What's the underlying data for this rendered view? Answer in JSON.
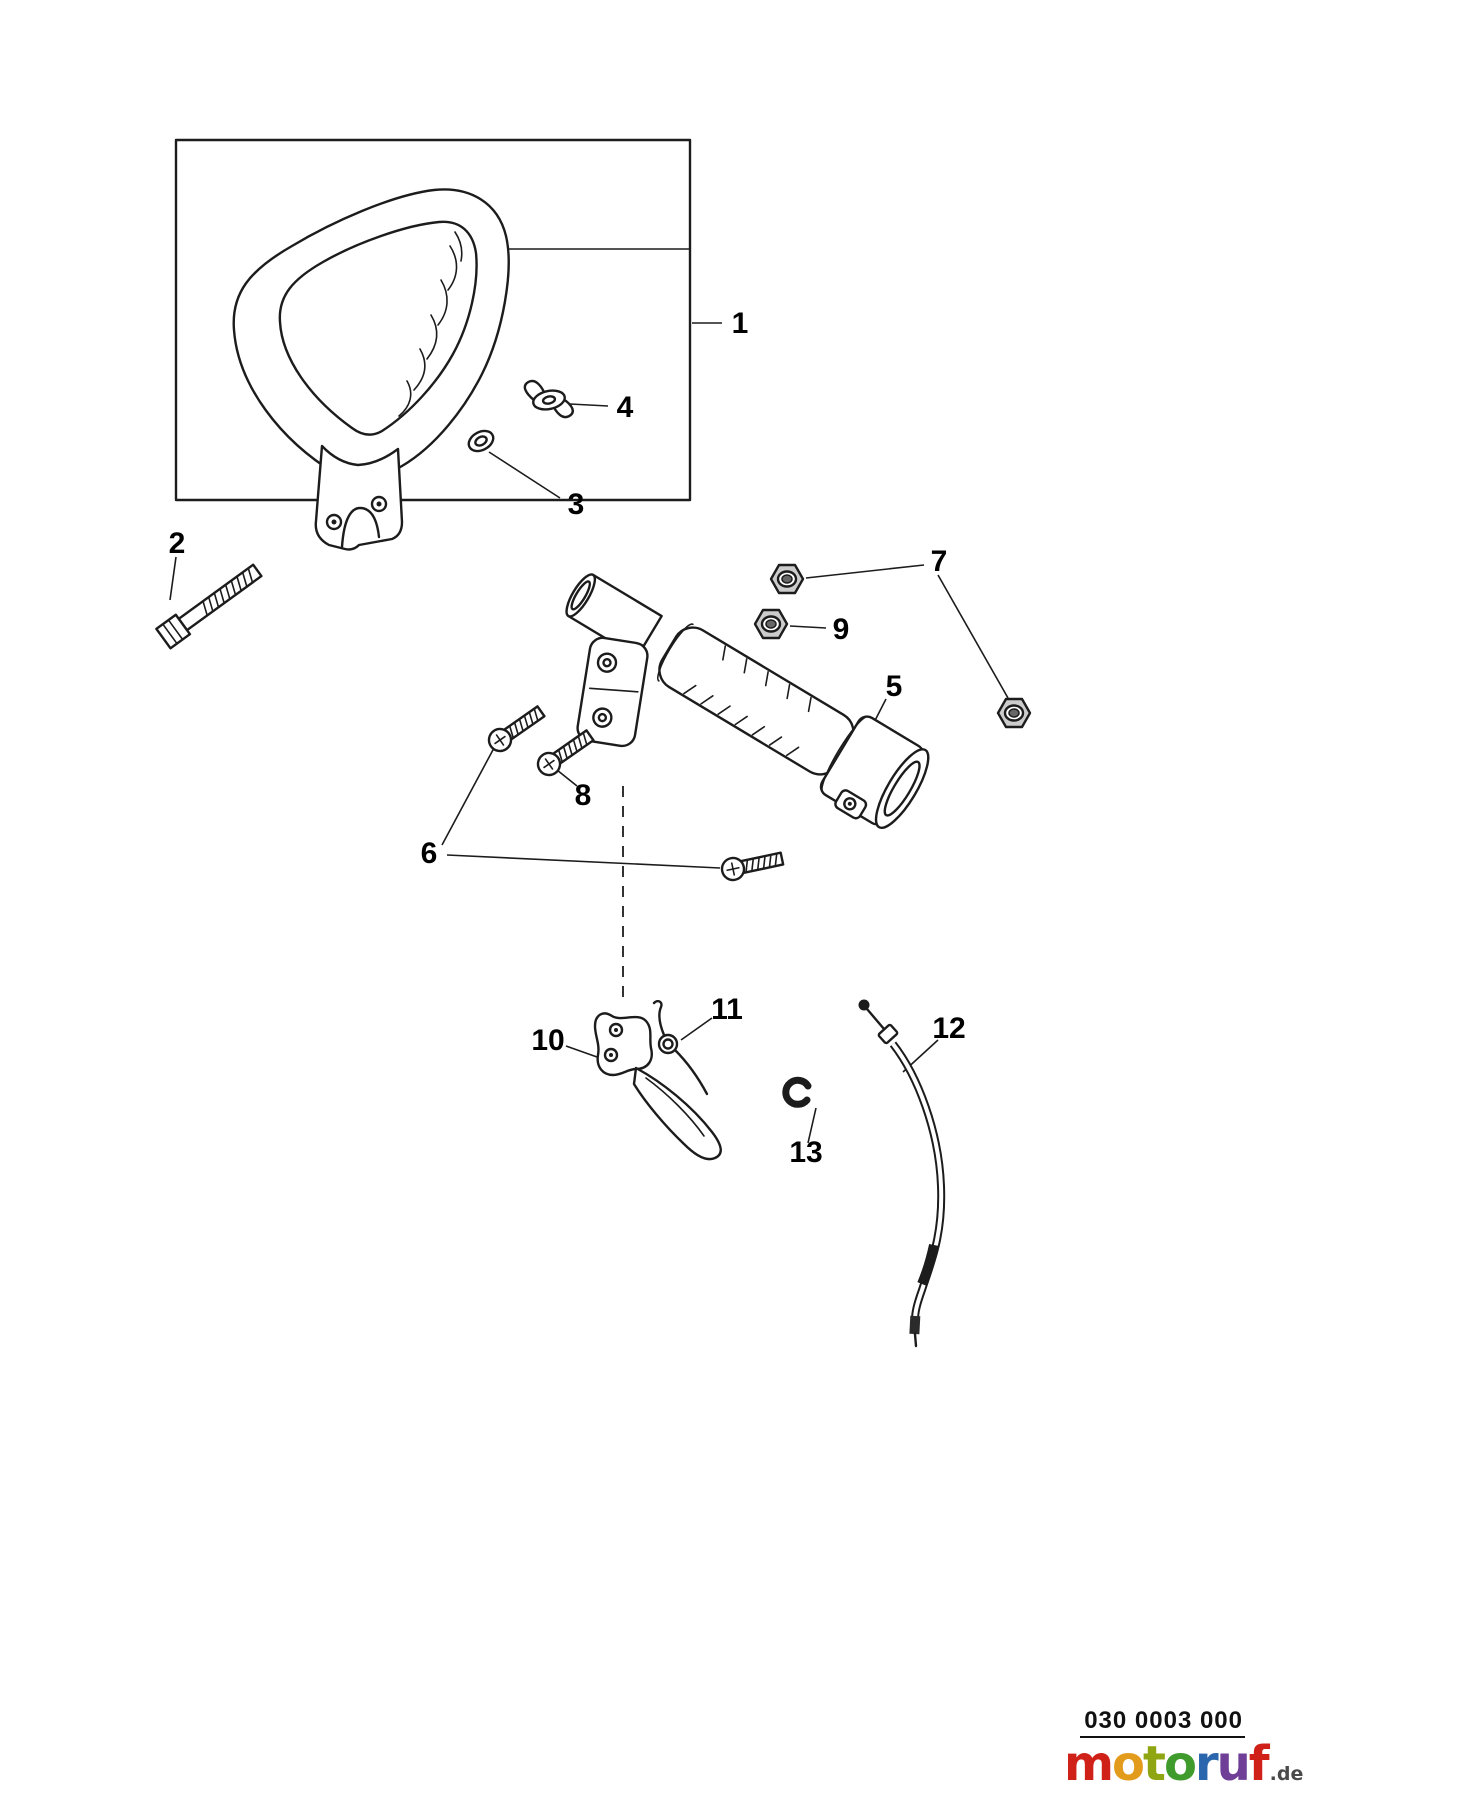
{
  "diagram": {
    "part_labels": [
      "1",
      "2",
      "3",
      "4",
      "5",
      "6",
      "7",
      "8",
      "9",
      "10",
      "11",
      "12",
      "13"
    ],
    "footer": {
      "part_number": "030 0003 000",
      "logo": {
        "letters": [
          "m",
          "o",
          "t",
          "o",
          "r",
          "u",
          "f"
        ],
        "letter_colors": [
          "#cf2117",
          "#e39b1b",
          "#8fa512",
          "#3f9b2c",
          "#2a66ad",
          "#6f3e97",
          "#cf2117"
        ],
        "tld": ".de",
        "tld_color": "#4a4a4a"
      }
    },
    "line_color": "#1c1c1c",
    "background_color": "#ffffff"
  }
}
